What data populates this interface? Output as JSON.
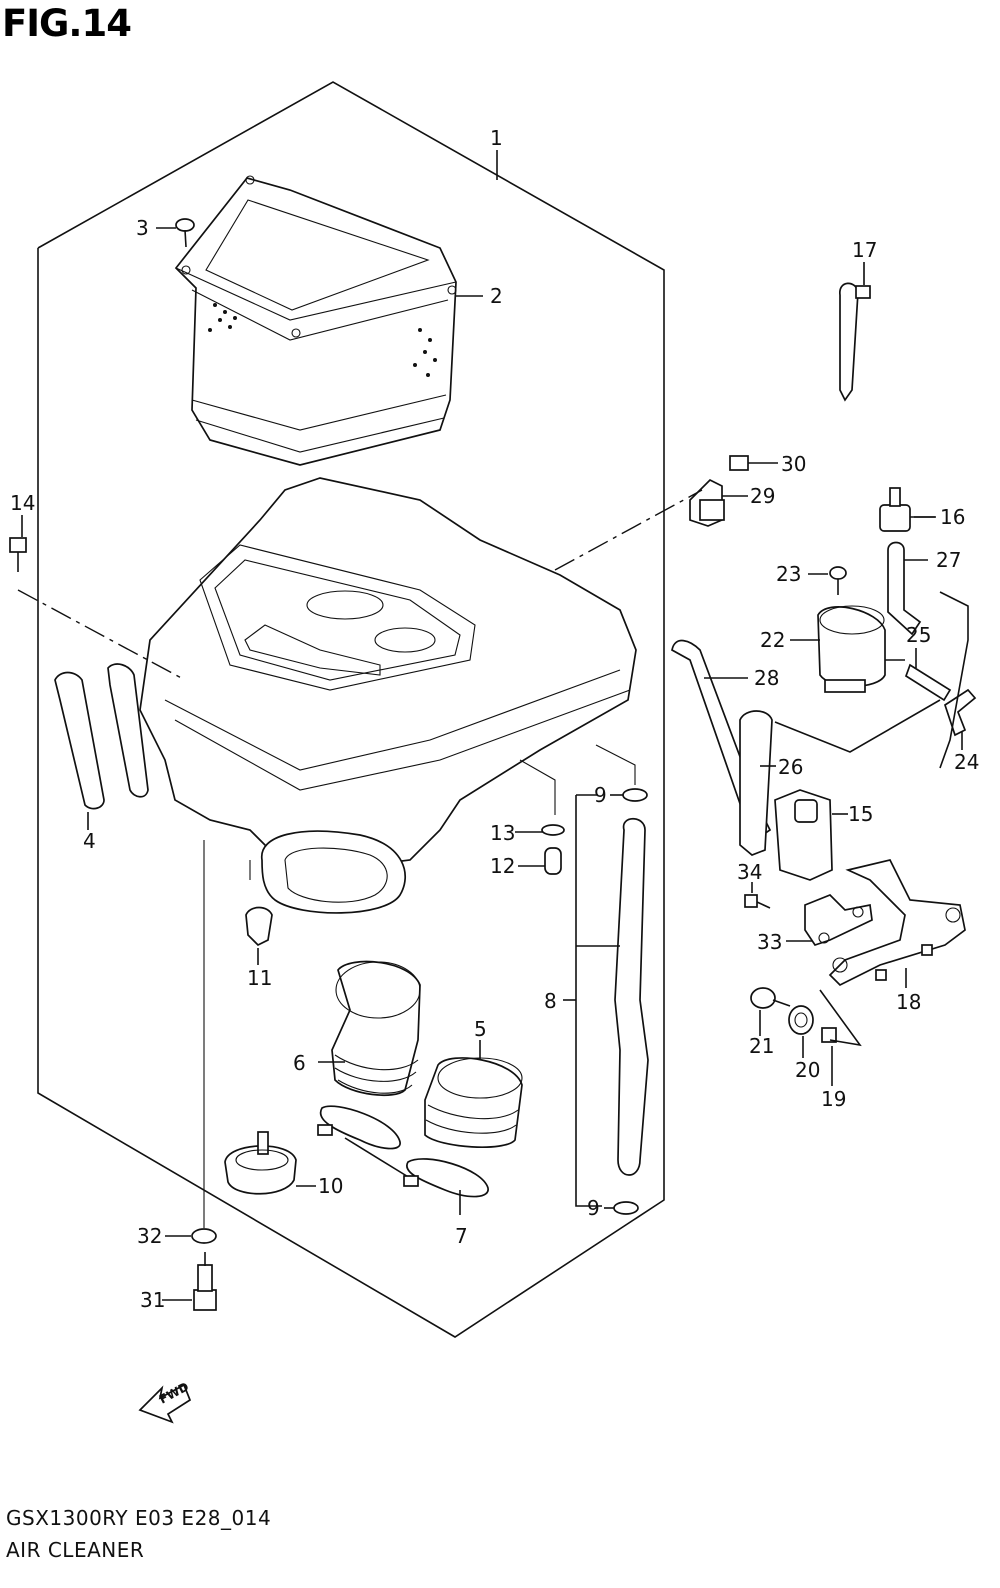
{
  "figure": {
    "title": "FIG.14",
    "model_code": "GSX1300RY  E03  E28_014",
    "section_name": "AIR CLEANER",
    "fwd_label": "FWD"
  },
  "callouts": [
    "1",
    "2",
    "3",
    "4",
    "5",
    "6",
    "7",
    "8",
    "9",
    "9",
    "10",
    "11",
    "12",
    "13",
    "14",
    "15",
    "16",
    "17",
    "18",
    "19",
    "20",
    "21",
    "22",
    "23",
    "24",
    "25",
    "26",
    "27",
    "28",
    "29",
    "30",
    "31",
    "32",
    "33",
    "34"
  ]
}
